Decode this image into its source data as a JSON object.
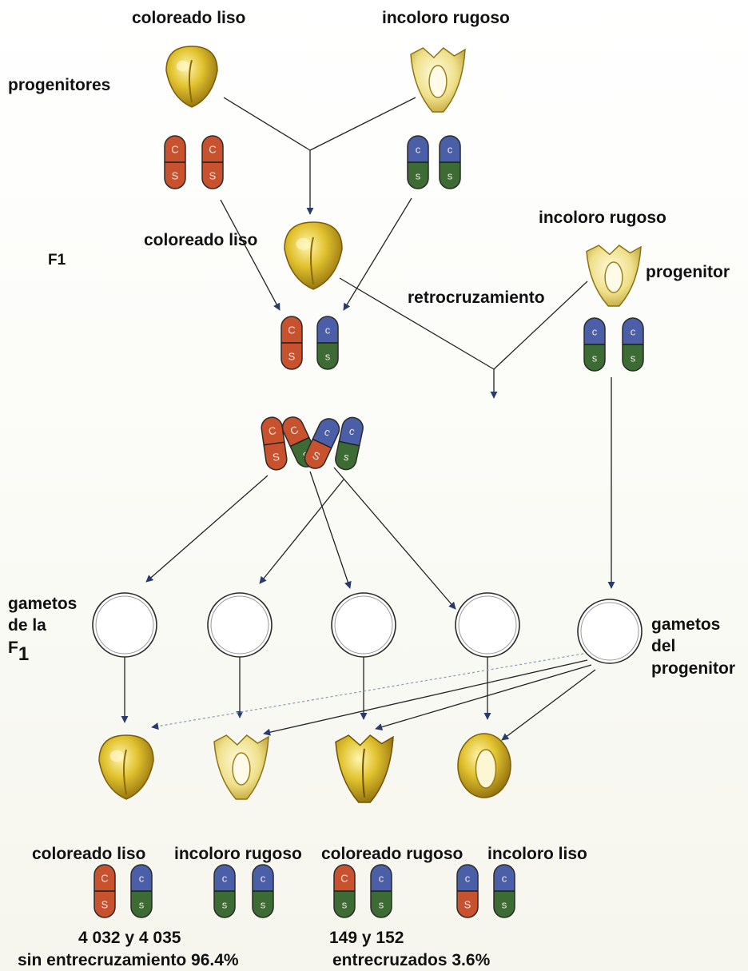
{
  "parents": {
    "left_label": "coloreado liso",
    "right_label": "incoloro rugoso",
    "row_label": "progenitores"
  },
  "f1": {
    "row_label": "F1",
    "seed_label": "coloreado liso"
  },
  "backcross": {
    "parent_label": "incoloro rugoso",
    "parent_tag": "progenitor",
    "cross_label": "retrocruzamiento"
  },
  "gametes": {
    "f1_label": [
      "gametos",
      "de la",
      "F"
    ],
    "f1_subscript": "1",
    "parent_label": [
      "gametos",
      "del",
      "progenitor"
    ]
  },
  "offspring": {
    "labels": [
      "coloreado liso",
      "incoloro rugoso",
      "coloreado rugoso",
      "incoloro liso"
    ],
    "counts_left": "4 032 y 4 035",
    "counts_right": "149 y 152",
    "summary_left": "sin entrecruzamiento 96.4%",
    "summary_right": "entrecruzados 3.6%"
  },
  "alleles": {
    "colored": "C",
    "smooth": "S",
    "colorless": "c",
    "wrinkled": "s"
  },
  "colors": {
    "red_chromosome": "#c8512e",
    "blue_chromosome": "#4b5fa8",
    "green_chromosome": "#3d6b34",
    "seed_gold": "#d9b92c",
    "seed_dark": "#a07d10",
    "arrow": "#222222"
  }
}
